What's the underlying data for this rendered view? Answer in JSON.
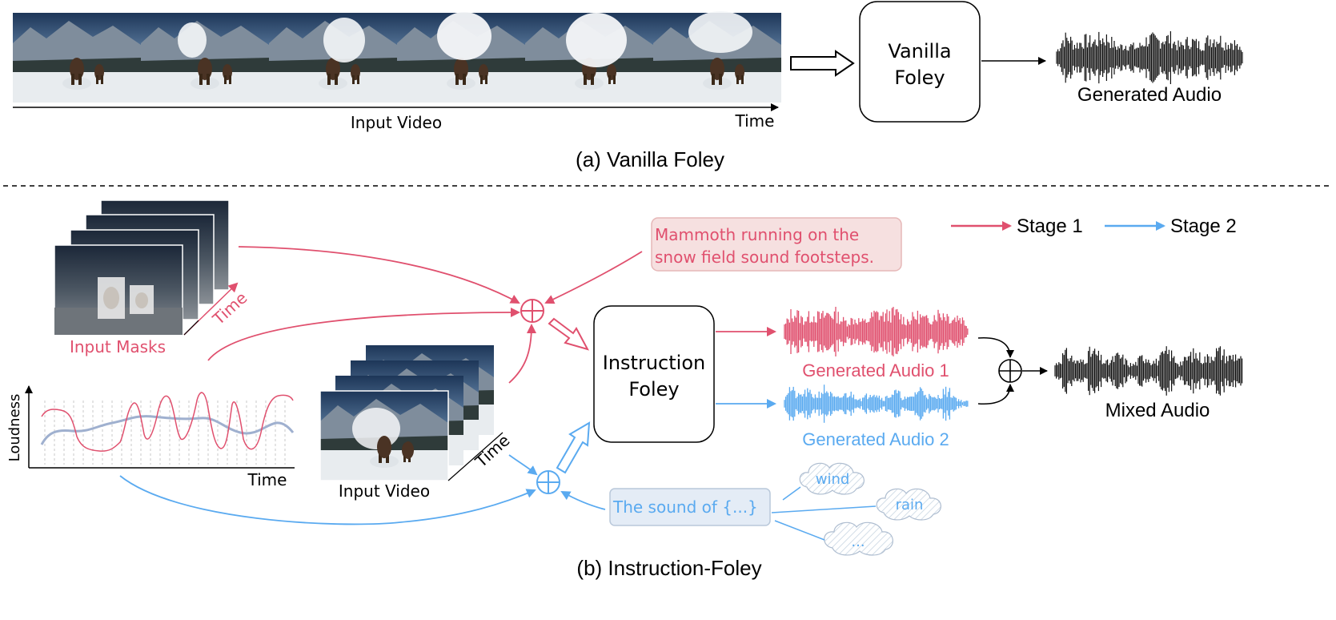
{
  "part_a": {
    "input_video_label": "Input Video",
    "time_label": "Time",
    "model_label_line1": "Vanilla",
    "model_label_line2": "Foley",
    "output_label": "Generated Audio",
    "caption": "(a) Vanilla Foley"
  },
  "part_b": {
    "masks_label": "Input Masks",
    "masks_time_label": "Time",
    "loudness_y_label": "Loudness",
    "loudness_x_label": "Time",
    "input_video_label": "Input Video",
    "video_time_label": "Time",
    "prompt_stage1_line1": "Mammoth running on the",
    "prompt_stage1_line2": "snow field sound footsteps.",
    "prompt_stage2": "The sound of {...}",
    "clouds": [
      "wind",
      "rain",
      "..."
    ],
    "model_label_line1": "Instruction",
    "model_label_line2": "Foley",
    "audio1_label": "Generated Audio 1",
    "audio2_label": "Generated Audio 2",
    "mixed_label": "Mixed Audio",
    "caption": "(b) Instruction-Foley"
  },
  "legend": {
    "stage1": "Stage 1",
    "stage2": "Stage 2"
  },
  "colors": {
    "stage1": "#e0506e",
    "stage2": "#5aaaf0",
    "audio_black": "#111111",
    "prompt1_fill": "#f6e0e0",
    "prompt2_fill": "#e4ecf6"
  }
}
